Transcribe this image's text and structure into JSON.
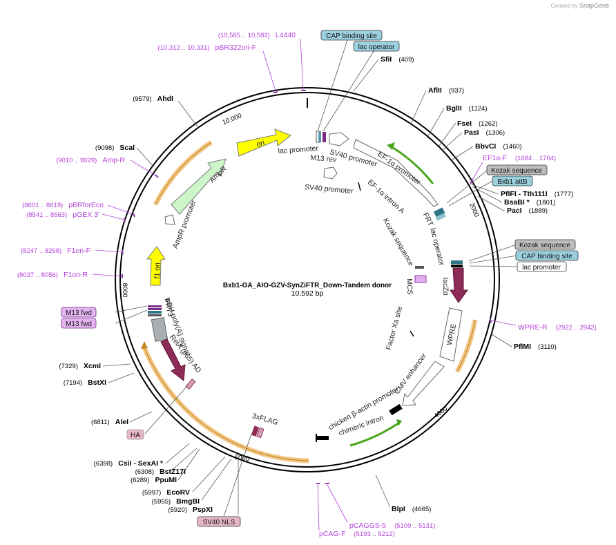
{
  "watermark": {
    "prefix": "Created by",
    "brand": "SnapGene"
  },
  "plasmid": {
    "name": "Bxb1-GA_AIO-GZV-SynZiFTR_Down-Tandem donor",
    "size": "10,592 bp",
    "length": 10592
  },
  "ticks": [
    "2000",
    "4000",
    "6000",
    "8000",
    "10,000"
  ],
  "sites": [
    {
      "name": "SfiI",
      "pos": "(409)"
    },
    {
      "name": "AflII",
      "pos": "(937)"
    },
    {
      "name": "BglII",
      "pos": "(1124)"
    },
    {
      "name": "FseI",
      "pos": "(1262)"
    },
    {
      "name": "PasI",
      "pos": "(1306)"
    },
    {
      "name": "BbvCI",
      "pos": "(1460)"
    },
    {
      "name": "PflFI  - Tth111I",
      "pos": "(1777)"
    },
    {
      "name": "BsaBI  *",
      "pos": "(1801)"
    },
    {
      "name": "PacI",
      "pos": "(1889)"
    },
    {
      "name": "PflMI",
      "pos": "(3110)"
    },
    {
      "name": "BlpI",
      "pos": "(4665)"
    },
    {
      "name": "PspXI",
      "pos": "(5920)"
    },
    {
      "name": "BmgBI",
      "pos": "(5955)"
    },
    {
      "name": "EcoRV",
      "pos": "(5997)"
    },
    {
      "name": "PpuMI",
      "pos": "(6289)"
    },
    {
      "name": "BstZ17I",
      "pos": "(6308)"
    },
    {
      "name": "CsiI  - SexAI  *",
      "pos": "(6398)"
    },
    {
      "name": "AleI",
      "pos": "(6811)"
    },
    {
      "name": "BstXI",
      "pos": "(7194)"
    },
    {
      "name": "XcmI",
      "pos": "(7329)"
    },
    {
      "name": "ScaI",
      "pos": "(9098)"
    },
    {
      "name": "AhdI",
      "pos": "(9579)"
    }
  ],
  "primers": [
    {
      "name": "L4440",
      "pos": "(10,565 .. 10,582)"
    },
    {
      "name": "pBR322ori-F",
      "pos": "(10,312 .. 10,331)"
    },
    {
      "name": "EF1a-F",
      "pos": "(1684 .. 1704)"
    },
    {
      "name": "WPRE-R",
      "pos": "(2922 .. 2942)"
    },
    {
      "name": "pCAGGS-5",
      "pos": "(5109 .. 5131)"
    },
    {
      "name": "pCAG-F",
      "pos": "(5193 .. 5212)"
    },
    {
      "name": "F1ori-R",
      "pos": "(8037 .. 8056)"
    },
    {
      "name": "F1ori-F",
      "pos": "(8247 .. 8268)"
    },
    {
      "name": "pGEX 3'",
      "pos": "(8541 .. 8563)"
    },
    {
      "name": "pBRforEco",
      "pos": "(8601 .. 8619)"
    },
    {
      "name": "Amp-R",
      "pos": "(9010 .. 9029)"
    }
  ],
  "boxed_labels": [
    {
      "text": "CAP binding site",
      "kind": "cap"
    },
    {
      "text": "lac operator",
      "kind": "op"
    },
    {
      "text": "Kozak sequence",
      "kind": "kozak"
    },
    {
      "text": "Bxb1 attB",
      "kind": "cap"
    },
    {
      "text": "Kozak sequence",
      "kind": "kozak"
    },
    {
      "text": "CAP binding site",
      "kind": "cap"
    },
    {
      "text": "lac promoter",
      "kind": "plain"
    },
    {
      "text": "M13 fwd",
      "kind": "m13"
    },
    {
      "text": "M13 fwd",
      "kind": "m13"
    },
    {
      "text": "HA",
      "kind": "tag"
    },
    {
      "text": "SV40 NLS",
      "kind": "tag"
    }
  ],
  "features": [
    {
      "text": "ori"
    },
    {
      "text": "AmpR"
    },
    {
      "text": "AmpR promoter"
    },
    {
      "text": "f1 ori"
    },
    {
      "text": "lac promoter"
    },
    {
      "text": "M13 rev"
    },
    {
      "text": "SV40 promoter"
    },
    {
      "text": "EF-1α promoter"
    },
    {
      "text": "SV40 promoter"
    },
    {
      "text": "EF-1α intron A"
    },
    {
      "text": "FRT"
    },
    {
      "text": "lac operator"
    },
    {
      "text": "Kozak sequence"
    },
    {
      "text": "MCS"
    },
    {
      "text": "lacZα"
    },
    {
      "text": "Factor Xa site"
    },
    {
      "text": "WPRE"
    },
    {
      "text": "CMV enhancer"
    },
    {
      "text": "chicken β-actin promoter"
    },
    {
      "text": "chimeric intron"
    },
    {
      "text": "3xFLAG"
    },
    {
      "text": "bGH poly(A) signal"
    },
    {
      "text": "FRT3"
    },
    {
      "text": "RelA (p65) AD"
    }
  ],
  "colors": {
    "ori": "#ffff00",
    "ampr": "#ccf5c8",
    "relA": "#8e2b56",
    "lacZ": "#8e2b56",
    "cap_box": "#9bd0de",
    "kozak_box": "#bdbdbd",
    "m13_box": "#e4b4f2",
    "tag_box": "#e8b6c8",
    "primer": "#b23fd9",
    "highlight": "#f4c88a",
    "green": "#4aa51c"
  }
}
